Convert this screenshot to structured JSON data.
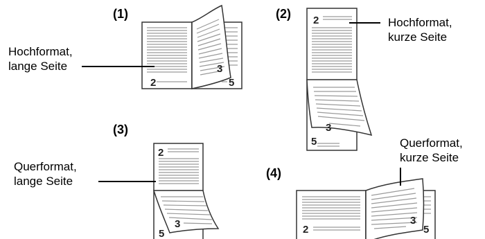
{
  "diagrams": [
    {
      "number": "(1)",
      "label_line1": "Hochformat,",
      "label_line2": "lange Seite",
      "page_numbers": [
        "2",
        "3",
        "5"
      ]
    },
    {
      "number": "(2)",
      "label_line1": "Hochformat,",
      "label_line2": "kurze Seite",
      "page_numbers": [
        "2",
        "3",
        "5"
      ]
    },
    {
      "number": "(3)",
      "label_line1": "Querformat,",
      "label_line2": "lange Seite",
      "page_numbers": [
        "2",
        "3",
        "5"
      ]
    },
    {
      "number": "(4)",
      "label_line1": "Querformat,",
      "label_line2": "kurze Seite",
      "page_numbers": [
        "2",
        "3",
        "5"
      ]
    }
  ]
}
